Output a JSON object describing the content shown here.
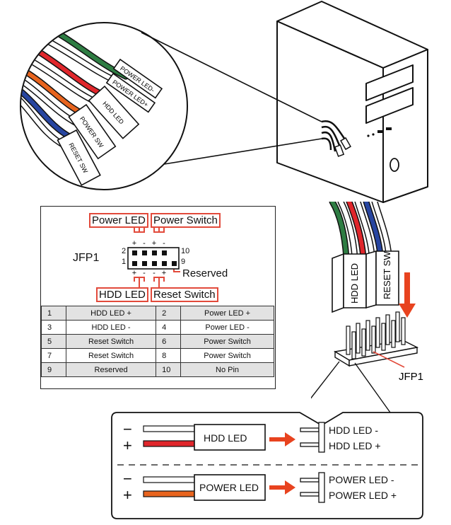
{
  "cable_labels": [
    "POWER LED-",
    "POWER LED+",
    "HDD LED",
    "POWER SW",
    "RESET SW"
  ],
  "header_top_labels": [
    "Power LED",
    "Power Switch"
  ],
  "header_bottom_labels": [
    "HDD LED",
    "Reset Switch"
  ],
  "header_label": "JFP1",
  "pin_numbers": {
    "top_left": "2",
    "bottom_left": "1",
    "top_right": "10",
    "bottom_right": "9"
  },
  "polarity": {
    "plus": "+",
    "minus": "-"
  },
  "reserved_label": "Reserved",
  "pin_table": [
    {
      "pin_a": "1",
      "signal_a": "HDD LED +",
      "pin_b": "2",
      "signal_b": "Power LED +"
    },
    {
      "pin_a": "3",
      "signal_a": "HDD LED -",
      "pin_b": "4",
      "signal_b": "Power LED -"
    },
    {
      "pin_a": "5",
      "signal_a": "Reset Switch",
      "pin_b": "6",
      "signal_b": "Power Switch"
    },
    {
      "pin_a": "7",
      "signal_a": "Reset Switch",
      "pin_b": "8",
      "signal_b": "Power Switch"
    },
    {
      "pin_a": "9",
      "signal_a": "Reserved",
      "pin_b": "10",
      "signal_b": "No Pin"
    }
  ],
  "plugin_connector_labels": [
    "HDD LED",
    "RESET SW"
  ],
  "motherboard_header_label": "JFP1",
  "led_diagrams": [
    {
      "connector": "HDD LED",
      "minus_label": "HDD LED -",
      "plus_label": "HDD LED +",
      "wire_color": "#e0262b"
    },
    {
      "connector": "POWER LED",
      "minus_label": "POWER LED -",
      "plus_label": "POWER LED +",
      "wire_color": "#e8641e"
    }
  ],
  "signs": {
    "minus": "−",
    "plus": "+"
  },
  "colors": {
    "accent_red": "#e24a3b",
    "arrow_red": "#e8431f",
    "wire_green": "#2e7d43",
    "wire_blue": "#2745a0",
    "wire_red": "#e0262b",
    "wire_orange": "#e8641e"
  }
}
